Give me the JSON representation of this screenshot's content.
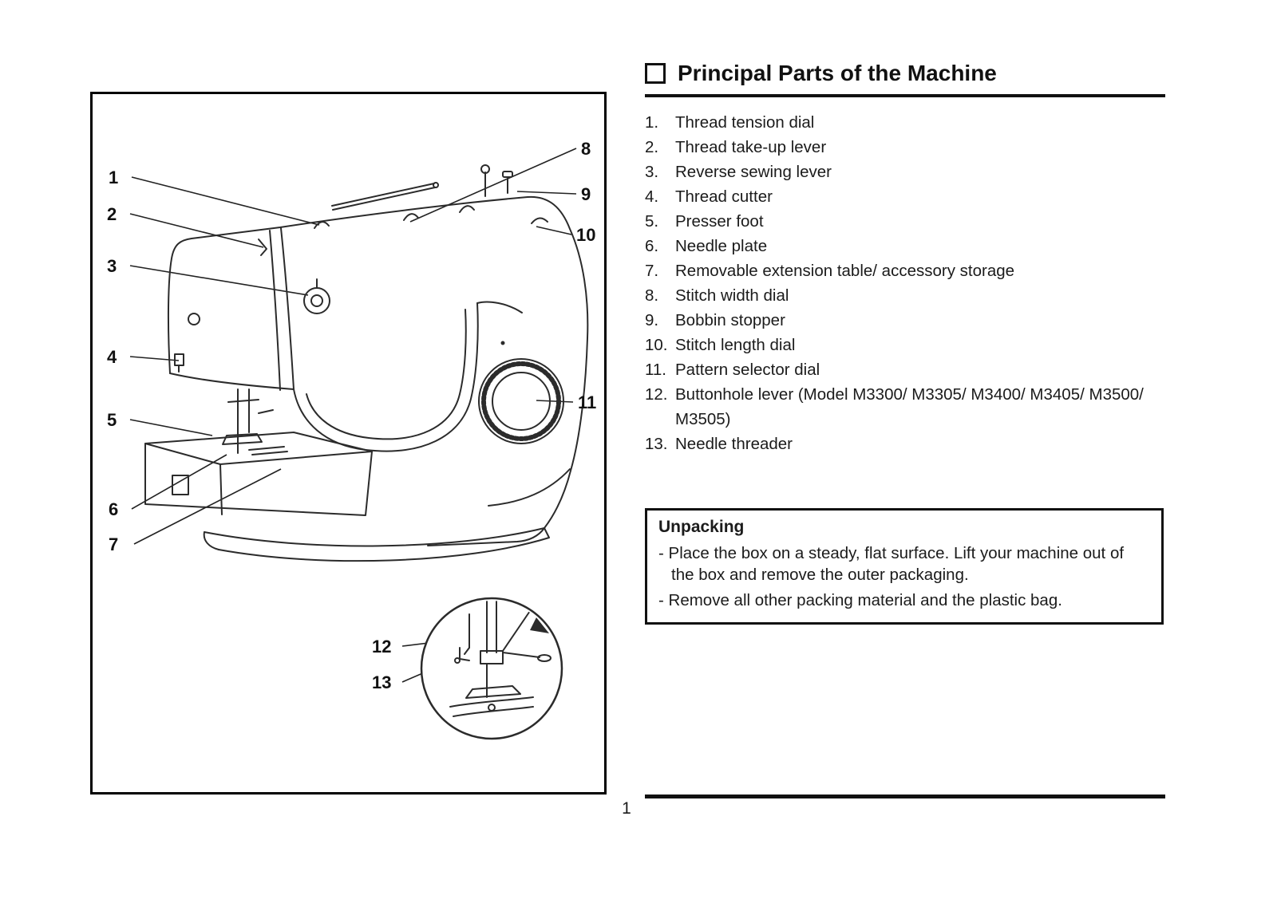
{
  "heading": {
    "title": "Principal Parts of the Machine"
  },
  "parts_list": [
    {
      "num": "1.",
      "label": "Thread tension dial"
    },
    {
      "num": "2.",
      "label": "Thread take-up lever"
    },
    {
      "num": "3.",
      "label": "Reverse sewing lever"
    },
    {
      "num": "4.",
      "label": "Thread cutter"
    },
    {
      "num": "5.",
      "label": "Presser foot"
    },
    {
      "num": "6.",
      "label": "Needle plate"
    },
    {
      "num": "7.",
      "label": "Removable extension table/ accessory storage"
    },
    {
      "num": "8.",
      "label": "Stitch width dial"
    },
    {
      "num": "9.",
      "label": "Bobbin stopper"
    },
    {
      "num": "10.",
      "label": "Stitch length dial"
    },
    {
      "num": "11.",
      "label": "Pattern selector dial"
    },
    {
      "num": "12.",
      "label": "Buttonhole lever (Model M3300/ M3305/ M3400/ M3405/ M3500/ M3505)"
    },
    {
      "num": "13.",
      "label": "Needle threader"
    }
  ],
  "unpacking": {
    "title": "Unpacking",
    "items": [
      "- Place the box on a steady, flat surface. Lift your machine out of the box and remove the outer packaging.",
      "- Remove all other packing material and the plastic bag."
    ]
  },
  "diagram": {
    "callouts": [
      "1",
      "2",
      "3",
      "4",
      "5",
      "6",
      "7",
      "8",
      "9",
      "10",
      "11",
      "12",
      "13"
    ]
  },
  "page": {
    "number": "1"
  }
}
